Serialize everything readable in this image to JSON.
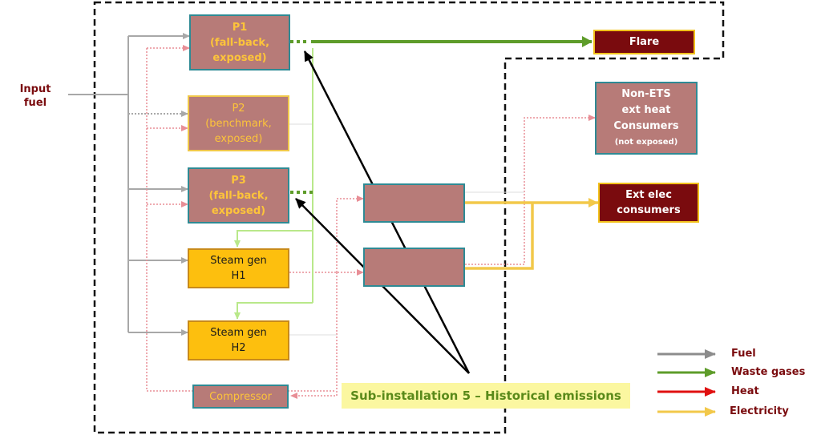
{
  "input_fuel": "Input\nfuel",
  "boxes": {
    "p1": "P1\n(fall-back,\nexposed)",
    "p2": "P2\n(benchmark,\nexposed)",
    "p3": "P3\n(fall-back,\nexposed)",
    "steam_h1": "Steam gen\nH1",
    "steam_h2": "Steam gen\nH2",
    "compressor": "Compressor",
    "flare": "Flare",
    "non_ets_main": "Non-ETS\next heat\nConsumers",
    "non_ets_sub": "(not exposed)",
    "ext_elec": "Ext elec\nconsumers"
  },
  "subinstallation": "Sub-installation 5 – Historical emissions",
  "legend": [
    {
      "label": "Fuel",
      "color": "#8c8c8c"
    },
    {
      "label": "Waste gases",
      "color": "#5e9c2a"
    },
    {
      "label": "Heat",
      "color": "#e01010"
    },
    {
      "label": "Electricity",
      "color": "#f2c84a"
    }
  ],
  "colors": {
    "fuel": "#a8a8a8",
    "waste": "#5e9c2a",
    "heat": "#e88e96",
    "elec": "#f2c84a",
    "steam": "#b9e88a"
  }
}
